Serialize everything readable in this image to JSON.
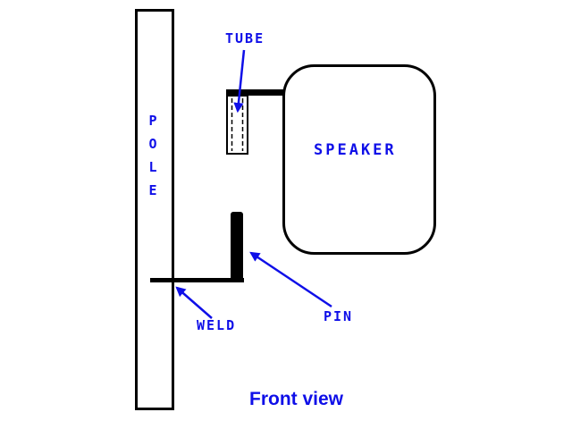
{
  "diagram": {
    "caption": "Front view",
    "labels": {
      "pole": "POLE",
      "tube": "TUBE",
      "speaker": "SPEAKER",
      "pin": "PIN",
      "weld": "WELD"
    },
    "colors": {
      "label_blue": "#0f0fe8",
      "line_black": "#000000",
      "background": "#ffffff"
    }
  }
}
